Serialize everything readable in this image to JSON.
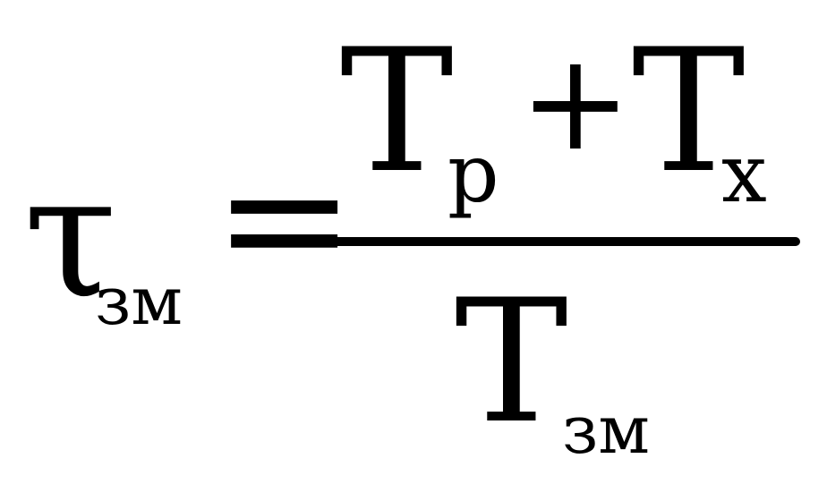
{
  "formula": {
    "lhs": {
      "symbol": "τ",
      "subscript": "зм"
    },
    "relation": "=",
    "numerator": {
      "term1_symbol": "T",
      "term1_subscript": "p",
      "operator": "+",
      "term2_symbol": "T",
      "term2_subscript": "x"
    },
    "denominator": {
      "symbol": "T",
      "subscript": "зм"
    }
  }
}
